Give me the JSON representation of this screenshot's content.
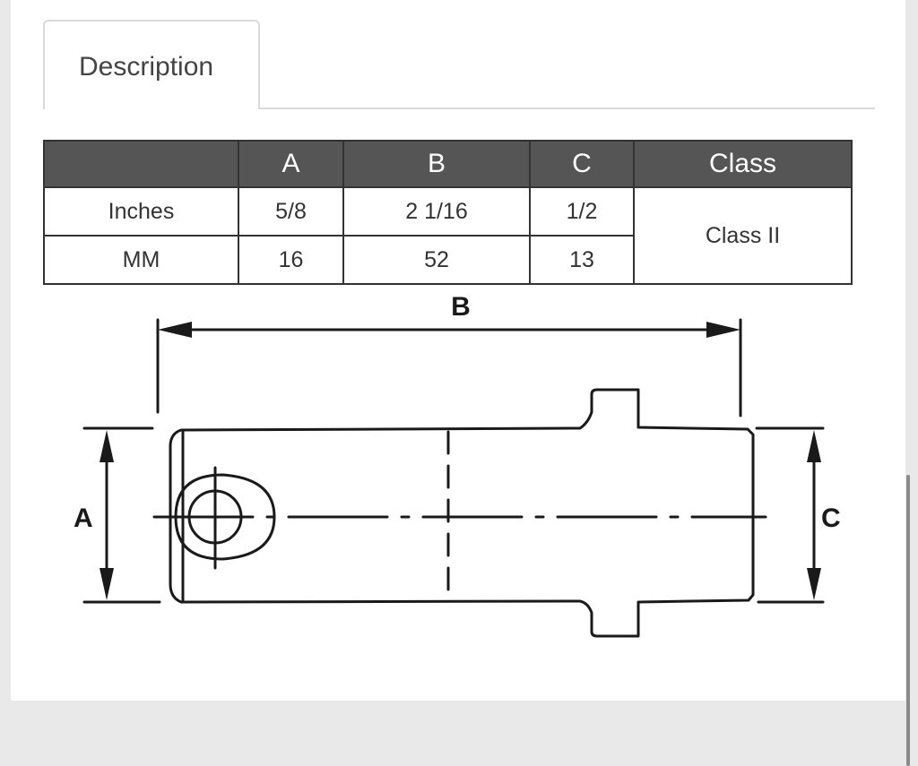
{
  "tab": {
    "label": "Description"
  },
  "table": {
    "headers": [
      "",
      "A",
      "B",
      "C",
      "Class"
    ],
    "rows": [
      {
        "unit": "Inches",
        "a": "5/8",
        "b": "2 1/16",
        "c": "1/2"
      },
      {
        "unit": "MM",
        "a": "16",
        "b": "52",
        "c": "13"
      }
    ],
    "class_value": "Class II"
  },
  "drawing": {
    "label_a": "A",
    "label_b": "B",
    "label_c": "C"
  }
}
